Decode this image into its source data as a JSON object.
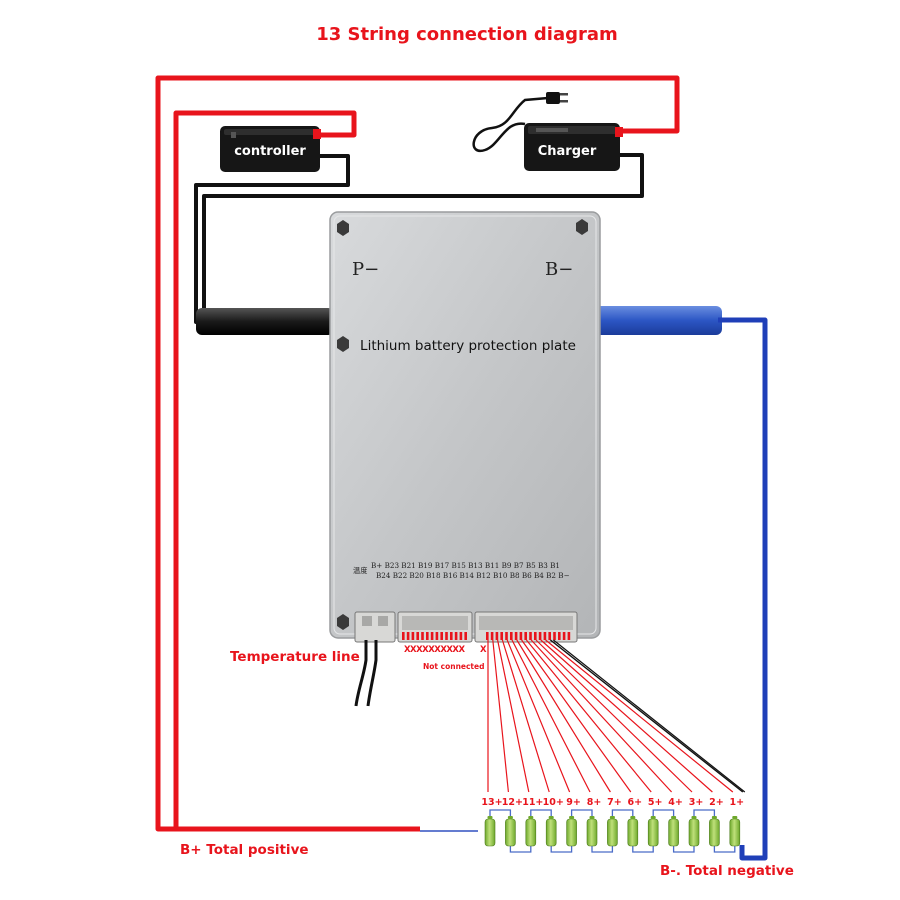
{
  "title": "13 String connection diagram",
  "controller": {
    "label": "controller"
  },
  "charger": {
    "label": "Charger"
  },
  "plate": {
    "label": "Lithium battery protection plate",
    "p_minus": "P−",
    "b_minus": "B−",
    "pin_row_top": "B+  B23  B21  B19  B17  B15  B13  B11  B9  B7  B5  B3  B1",
    "pin_row_bottom": "B24  B22  B20  B18  B16  B14  B12  B10  B8  B6  B4  B2  B−",
    "temp_chars": "温度"
  },
  "labels": {
    "temperature_line": "Temperature line",
    "not_connected": "Not connected",
    "x_marks": "XXXXXXXXXX",
    "x_single": "X",
    "b_plus_total": "B+ Total positive",
    "b_minus_total": "B-. Total negative"
  },
  "cells": {
    "labels": [
      "13+",
      "12+",
      "11+",
      "10+",
      "9+",
      "8+",
      "7+",
      "6+",
      "5+",
      "4+",
      "3+",
      "2+",
      "1+"
    ]
  },
  "colors": {
    "wire_red": "#e8141c",
    "wire_black": "#111111",
    "wire_blue": "#1f3fb8",
    "plate": "#c9cbcd",
    "cell_green": "#8cc63f"
  }
}
